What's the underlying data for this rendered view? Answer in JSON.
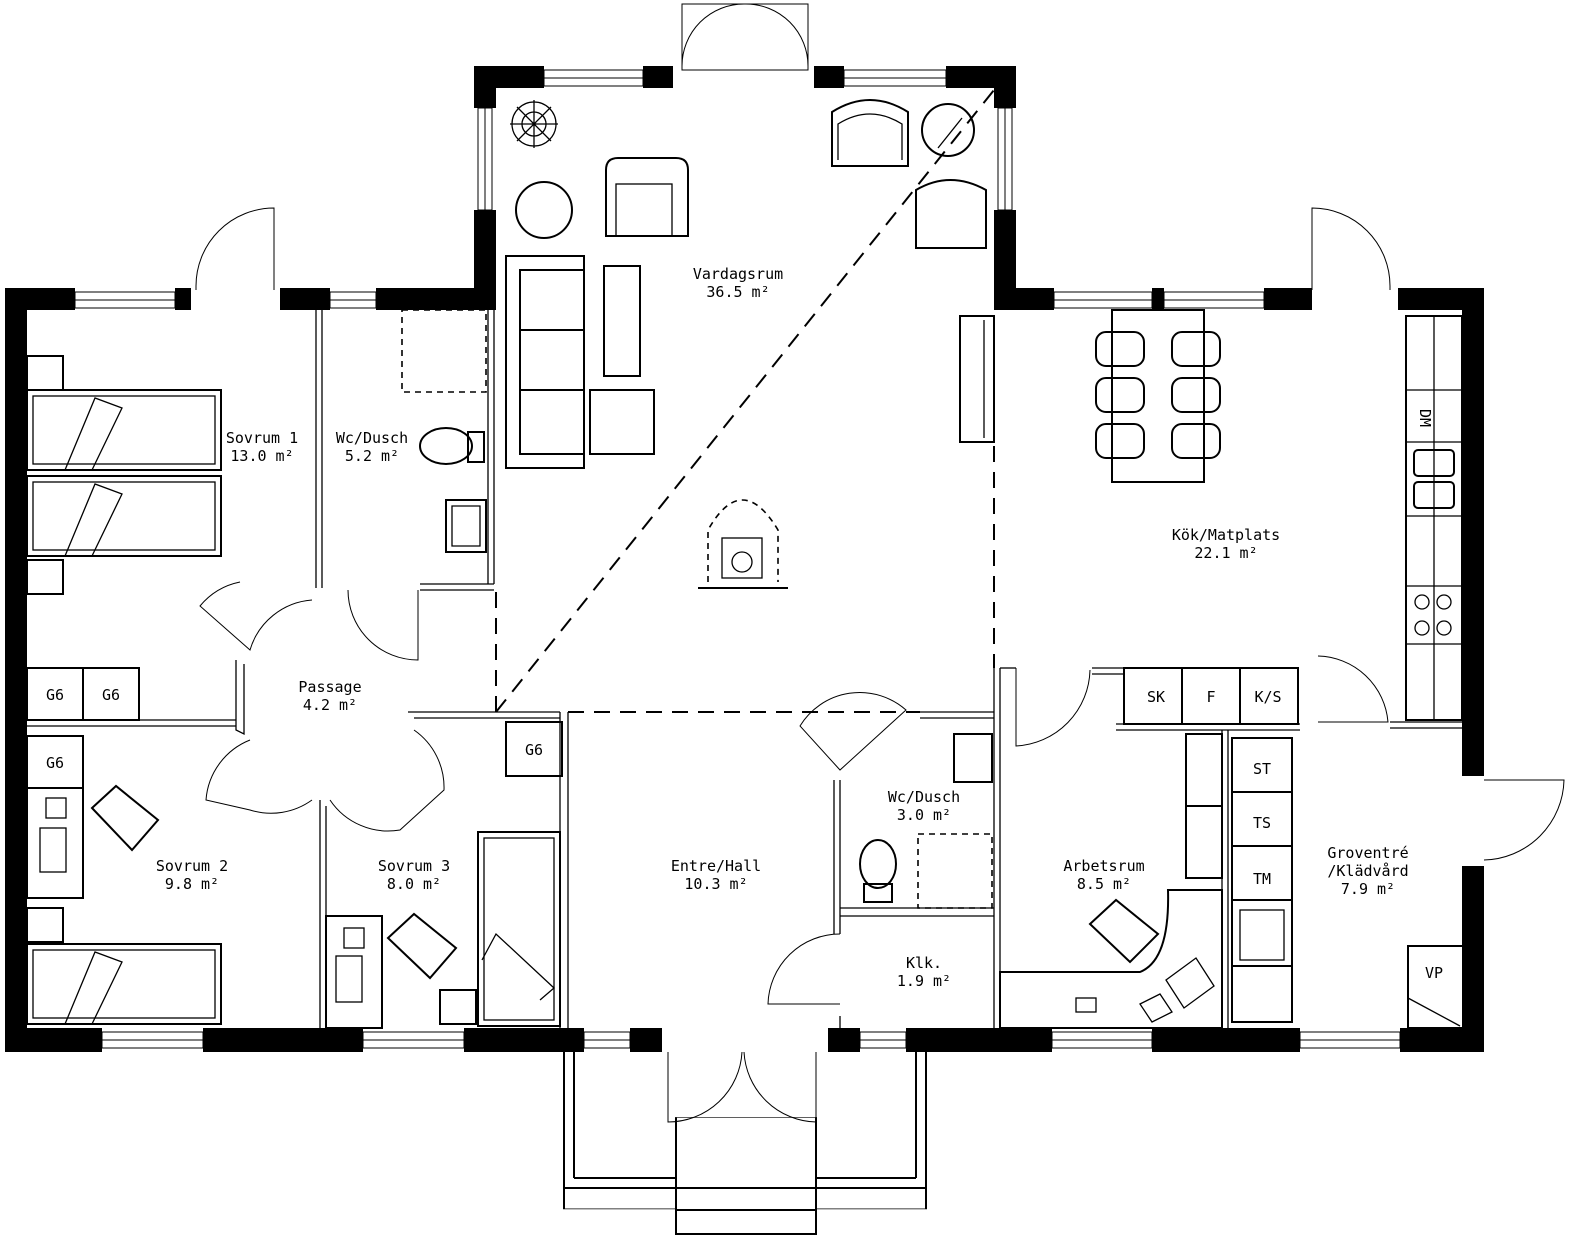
{
  "rooms": {
    "vardagsrum": {
      "name": "Vardagsrum",
      "area": "36.5 m²"
    },
    "sovrum1": {
      "name": "Sovrum 1",
      "area": "13.0 m²"
    },
    "wcdusch1": {
      "name": "Wc/Dusch",
      "area": "5.2 m²"
    },
    "kok": {
      "name": "Kök/Matplats",
      "area": "22.1 m²"
    },
    "passage": {
      "name": "Passage",
      "area": "4.2 m²"
    },
    "sovrum2": {
      "name": "Sovrum 2",
      "area": "9.8 m²"
    },
    "sovrum3": {
      "name": "Sovrum 3",
      "area": "8.0 m²"
    },
    "entre": {
      "name": "Entre/Hall",
      "area": "10.3 m²"
    },
    "wcdusch2": {
      "name": "Wc/Dusch",
      "area": "3.0 m²"
    },
    "klk": {
      "name": "Klk.",
      "area": "1.9 m²"
    },
    "arbetsrum": {
      "name": "Arbetsrum",
      "area": "8.5 m²"
    },
    "groventre": {
      "name": "Groventré",
      "name2": "/Klädvård",
      "area": "7.9 m²"
    }
  },
  "units": {
    "g6_a": "G6",
    "g6_b": "G6",
    "g6_c": "G6",
    "g6_d": "G6",
    "dm": "DM",
    "sk": "SK",
    "f": "F",
    "ks": "K/S",
    "st": "ST",
    "ts": "TS",
    "tm": "TM",
    "vp": "VP"
  }
}
